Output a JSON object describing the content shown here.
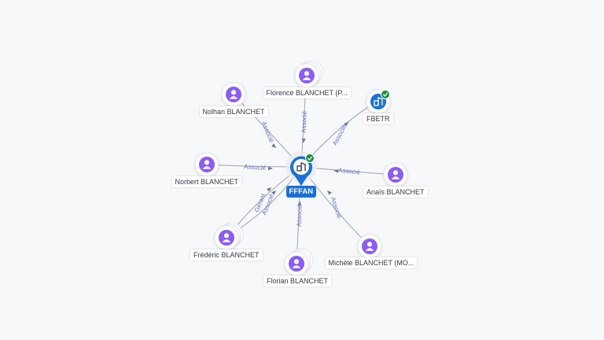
{
  "center": {
    "label": "FFFAN",
    "icon": "company-icon",
    "verified": true
  },
  "nodes": [
    {
      "id": "florence",
      "label": "Florence BLANCHET (P...",
      "kind": "person",
      "icon": "person-icon",
      "stacked": true
    },
    {
      "id": "nolhan",
      "label": "Nolhan BLANCHET",
      "kind": "person",
      "icon": "person-icon",
      "stacked": false
    },
    {
      "id": "fbetr",
      "label": "FBETR",
      "kind": "company",
      "icon": "company-icon",
      "verified": true
    },
    {
      "id": "norbert",
      "label": "Norbert BLANCHET",
      "kind": "person",
      "icon": "person-icon",
      "stacked": false
    },
    {
      "id": "anais",
      "label": "Anaïs BLANCHET",
      "kind": "person",
      "icon": "person-icon",
      "stacked": false
    },
    {
      "id": "frederic",
      "label": "Frédéric BLANCHET",
      "kind": "person",
      "icon": "person-icon",
      "stacked": true
    },
    {
      "id": "michele",
      "label": "Michèle BLANCHET (MO...",
      "kind": "person",
      "icon": "person-icon",
      "stacked": false
    },
    {
      "id": "florian",
      "label": "Florian BLANCHET",
      "kind": "person",
      "icon": "person-icon",
      "stacked": true
    }
  ],
  "edges": [
    {
      "node": "nolhan",
      "label": "Associé",
      "direction": "to-center"
    },
    {
      "node": "florence",
      "label": "Associé",
      "direction": "to-center"
    },
    {
      "node": "fbetr",
      "label": "Associé",
      "direction": "to-node"
    },
    {
      "node": "norbert",
      "label": "Associé",
      "direction": "to-center"
    },
    {
      "node": "anais",
      "label": "Associé",
      "direction": "to-center"
    },
    {
      "node": "frederic",
      "label": "Gérant",
      "direction": "to-center"
    },
    {
      "node": "frederic",
      "label": "Associé",
      "direction": "to-center"
    },
    {
      "node": "florian",
      "label": "Associé",
      "direction": "to-center"
    },
    {
      "node": "michele",
      "label": "Associé",
      "direction": "to-center"
    }
  ],
  "colors": {
    "person": "#8b5cf6",
    "company": "#1a6fd8",
    "verified": "#1e8e3e",
    "edge": "#9aa3b5",
    "edge_label": "#6b6fc9"
  }
}
